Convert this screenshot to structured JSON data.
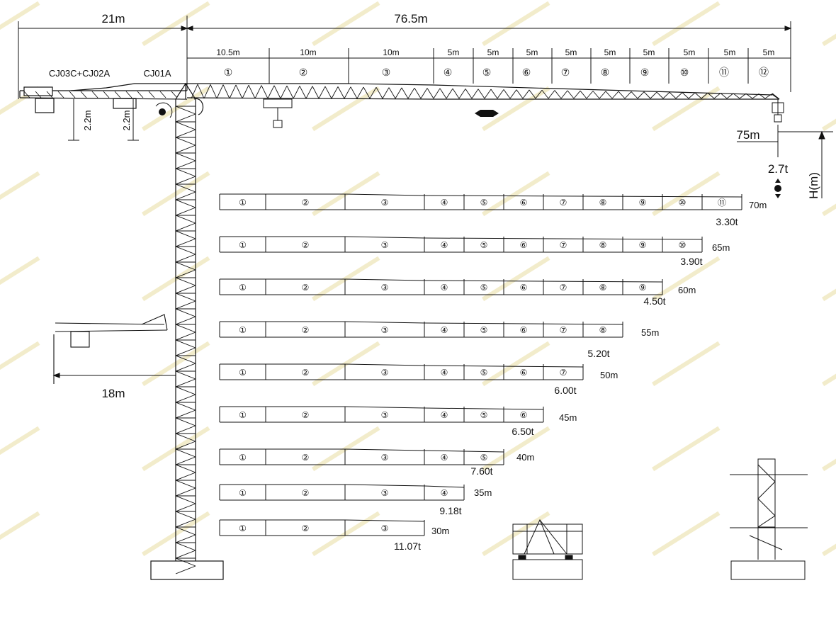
{
  "dimensions": {
    "counter_jib_length": "21m",
    "jib_length": "76.5m",
    "tail_small_length": "18m",
    "tip_radius": "75m",
    "tip_load": "2.7t",
    "height_label": "H(m)",
    "height_left": "2.2m",
    "height_right": "2.2m"
  },
  "counterweight_labels": {
    "left": "CJ03C+CJ02A",
    "right": "CJ01A"
  },
  "jib_sections": [
    {
      "length": "10.5m",
      "id": "①"
    },
    {
      "length": "10m",
      "id": "②"
    },
    {
      "length": "10m",
      "id": "③"
    },
    {
      "length": "5m",
      "id": "④"
    },
    {
      "length": "5m",
      "id": "⑤"
    },
    {
      "length": "5m",
      "id": "⑥"
    },
    {
      "length": "5m",
      "id": "⑦"
    },
    {
      "length": "5m",
      "id": "⑧"
    },
    {
      "length": "5m",
      "id": "⑨"
    },
    {
      "length": "5m",
      "id": "⑩"
    },
    {
      "length": "5m",
      "id": "⑪"
    },
    {
      "length": "5m",
      "id": "⑫"
    }
  ],
  "configurations": [
    {
      "length": "70m",
      "tip_load": "3.30t",
      "sections": [
        "①",
        "②",
        "③",
        "④",
        "⑤",
        "⑥",
        "⑦",
        "⑧",
        "⑨",
        "⑩",
        "⑪"
      ]
    },
    {
      "length": "65m",
      "tip_load": "3.90t",
      "sections": [
        "①",
        "②",
        "③",
        "④",
        "⑤",
        "⑥",
        "⑦",
        "⑧",
        "⑨",
        "⑩"
      ]
    },
    {
      "length": "60m",
      "tip_load": "4.50t",
      "sections": [
        "①",
        "②",
        "③",
        "④",
        "⑤",
        "⑥",
        "⑦",
        "⑧",
        "⑨"
      ]
    },
    {
      "length": "55m",
      "tip_load": "5.20t",
      "sections": [
        "①",
        "②",
        "③",
        "④",
        "⑤",
        "⑥",
        "⑦",
        "⑧"
      ]
    },
    {
      "length": "50m",
      "tip_load": "6.00t",
      "sections": [
        "①",
        "②",
        "③",
        "④",
        "⑤",
        "⑥",
        "⑦"
      ]
    },
    {
      "length": "45m",
      "tip_load": "6.50t",
      "sections": [
        "①",
        "②",
        "③",
        "④",
        "⑤",
        "⑥"
      ]
    },
    {
      "length": "40m",
      "tip_load": "7.60t",
      "sections": [
        "①",
        "②",
        "③",
        "④",
        "⑤"
      ]
    },
    {
      "length": "35m",
      "tip_load": "9.18t",
      "sections": [
        "①",
        "②",
        "③",
        "④"
      ]
    },
    {
      "length": "30m",
      "tip_load": "11.07t",
      "sections": [
        "①",
        "②",
        "③"
      ]
    }
  ],
  "colors": {
    "line": "#111111",
    "watermark": "#e8dca0"
  }
}
